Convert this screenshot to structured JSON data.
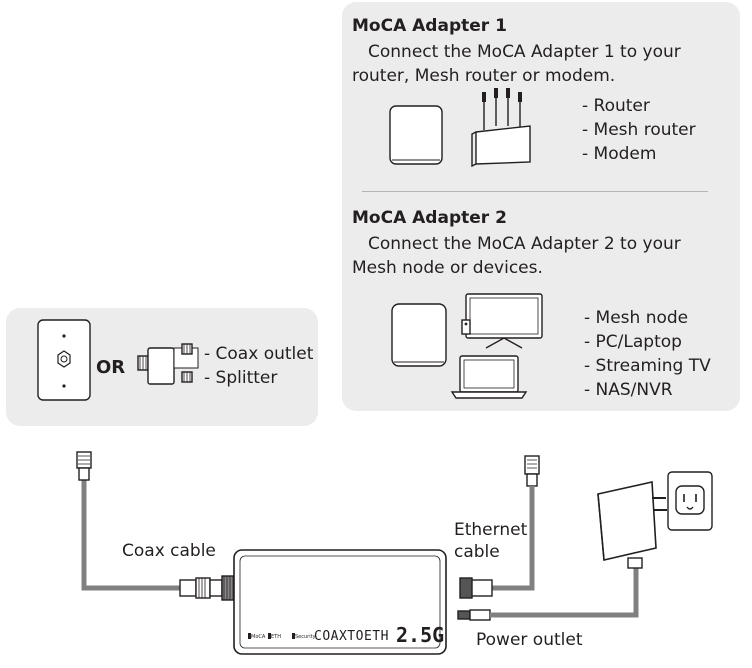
{
  "adapter1": {
    "title": "MoCA Adapter 1",
    "desc_line1": "Connect the MoCA Adapter 1 to your",
    "desc_line2": "router, Mesh router or modem.",
    "items": [
      "- Router",
      "- Mesh router",
      "- Modem"
    ]
  },
  "adapter2": {
    "title": "MoCA Adapter 2",
    "desc_line1": "Connect the MoCA Adapter 2 to your",
    "desc_line2": "Mesh node or devices.",
    "items": [
      "- Mesh node",
      "- PC/Laptop",
      "- Streaming TV",
      "- NAS/NVR"
    ]
  },
  "coax_source": {
    "or_label": "OR",
    "items": [
      "- Coax outlet",
      "- Splitter"
    ]
  },
  "device": {
    "brand_label": "COAXTOETH",
    "speed_label": "2.5G",
    "led_labels": [
      "MoCA",
      "ETH",
      "Security"
    ]
  },
  "cables": {
    "coax_label": "Coax cable",
    "ethernet_line1": "Ethernet",
    "ethernet_line2": "cable",
    "power_label": "Power outlet"
  },
  "colors": {
    "panel": "#ececec",
    "cable": "#808080",
    "ink": "#231f20"
  }
}
